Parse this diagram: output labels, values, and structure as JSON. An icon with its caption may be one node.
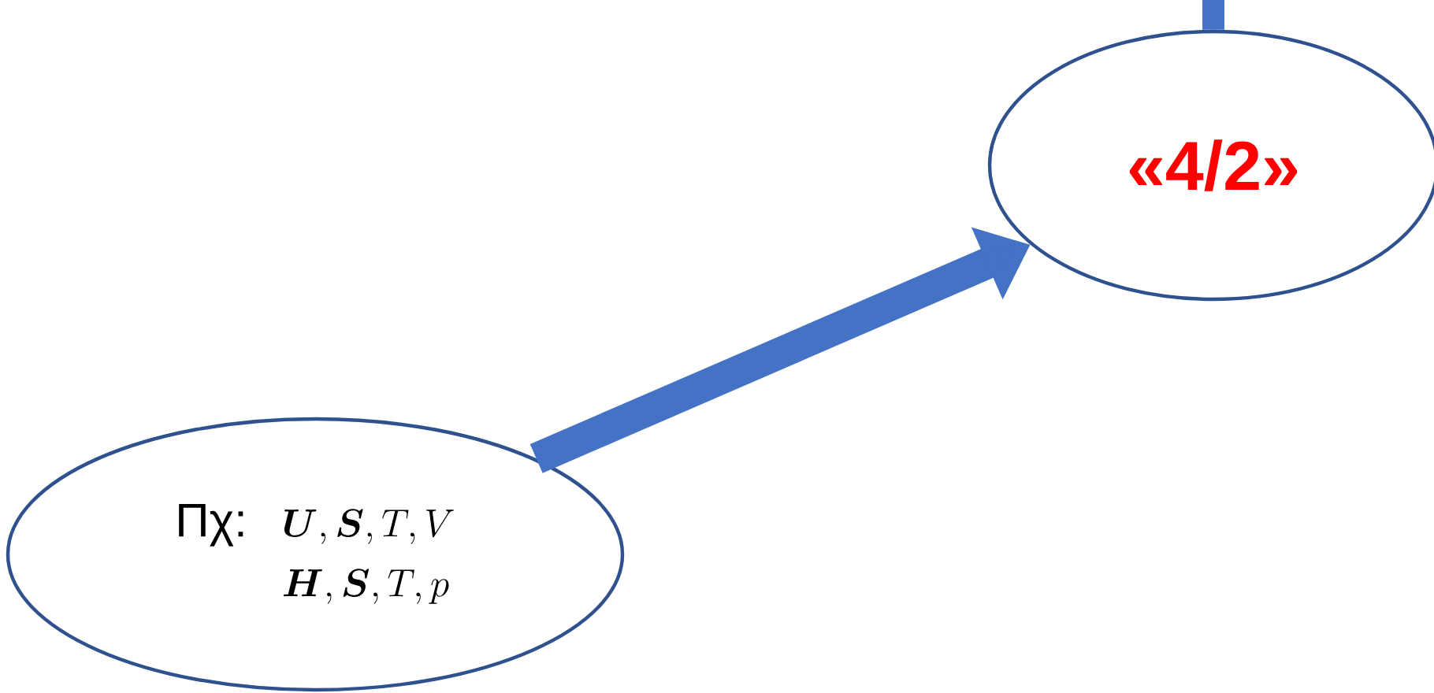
{
  "diagram": {
    "nodes": [
      {
        "text": [
          "Πχ:",
          "\\boldsymbol{U},\\boldsymbol{S},T,V",
          "\\boldsymbol{H},\\boldsymbol{S},T,p"
        ]
      },
      {
        "text": [
          "«4/2»"
        ]
      }
    ],
    "edges": [
      {
        "from": 0,
        "to": 1,
        "arrow": "to"
      },
      {
        "from": null,
        "to": 1,
        "arrow": "none"
      }
    ]
  }
}
